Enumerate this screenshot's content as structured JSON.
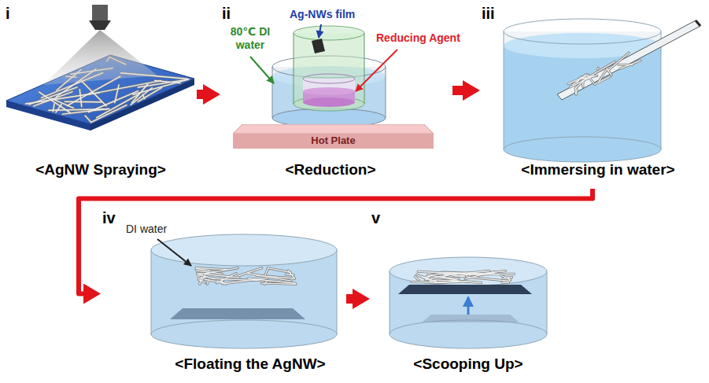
{
  "diagram": {
    "nodes": [
      {
        "text": [
          "i",
          "<AgNW Spraying>"
        ]
      },
      {
        "text": [
          "ii",
          "<Reduction>"
        ]
      },
      {
        "text": [
          "iii",
          "<Immersing in water>"
        ]
      },
      {
        "text": [
          "iv",
          "<Floating the AgNW>"
        ]
      },
      {
        "text": [
          "v",
          "<Scooping Up>"
        ]
      },
      {
        "text": [
          "Hot Plate"
        ],
        "in": 1
      }
    ],
    "edges": [
      {
        "from": 0,
        "to": 1,
        "arrow": "to"
      },
      {
        "from": 1,
        "to": 2,
        "arrow": "to"
      },
      {
        "from": 2,
        "to": 3,
        "arrow": "to"
      },
      {
        "from": 3,
        "to": 4,
        "arrow": "to"
      }
    ],
    "labels": [
      "80℃ DI water",
      "Ag-NWs film",
      "Reducing Agent",
      "DI water"
    ]
  }
}
